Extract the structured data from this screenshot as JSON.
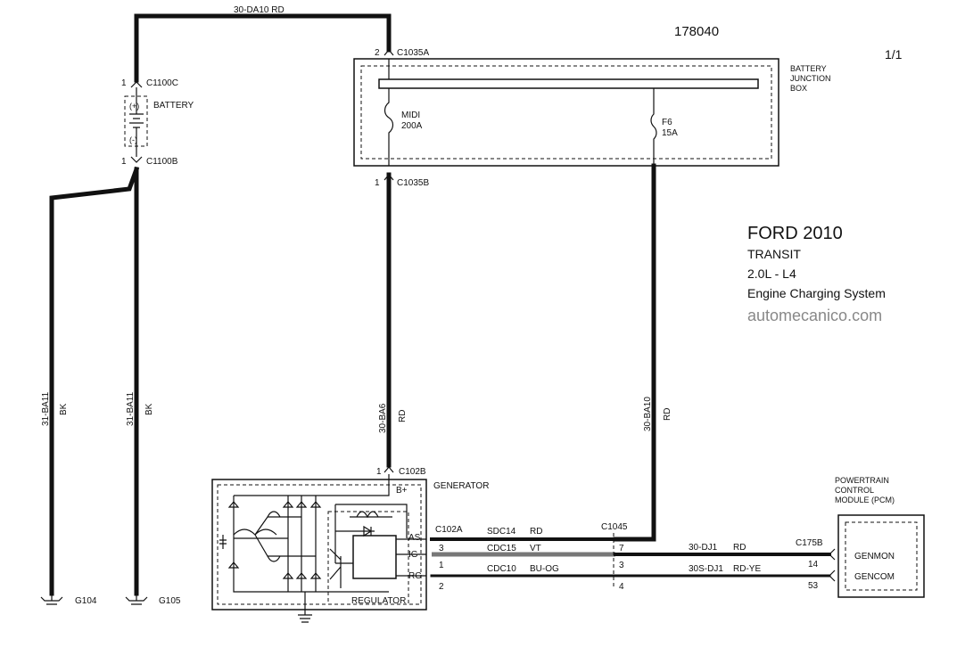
{
  "header": {
    "diagram_id": "178040",
    "page": "1/1"
  },
  "title_block": {
    "make_year": "FORD 2010",
    "model": "TRANSIT",
    "engine": "2.0L - L4",
    "system": "Engine Charging System",
    "watermark": "automecanico.com"
  },
  "components": {
    "battery_junction_box": [
      "BATTERY",
      "JUNCTION",
      "BOX"
    ],
    "battery": "BATTERY",
    "battery_plus": "(+)",
    "battery_minus": "(-)",
    "generator": "GENERATOR",
    "regulator": "REGULATOR",
    "pcm": [
      "POWERTRAIN",
      "CONTROL",
      "MODULE (PCM)"
    ],
    "fuse_midi": [
      "MIDI",
      "200A"
    ],
    "fuse_f6": [
      "F6",
      "15A"
    ]
  },
  "connectors": {
    "c1035a": "C1035A",
    "c1035a_pin": "2",
    "c1035b": "C1035B",
    "c1035b_pin": "1",
    "c1100c": "C1100C",
    "c1100c_pin": "1",
    "c1100b": "C1100B",
    "c1100b_pin": "1",
    "c102b": "C102B",
    "c102b_pin": "1",
    "c102a": "C102A",
    "c1045": "C1045",
    "c175b": "C175B"
  },
  "generator_pins": {
    "bplus": "B+",
    "as": "AS",
    "ig": "IG",
    "rc": "RC",
    "pin_3": "3",
    "pin_1": "1",
    "pin_2": "2"
  },
  "c1045_pins": {
    "p7": "7",
    "p3": "3",
    "p4": "4"
  },
  "pcm_pins": {
    "genmon": "GENMON",
    "gencom": "GENCOM",
    "p14": "14",
    "p53": "53"
  },
  "wires": {
    "top": "30-DA10  RD",
    "ground_left_circuit": "31-BA11",
    "ground_left_color": "BK",
    "ground_right_circuit": "31-BA11",
    "ground_right_color": "BK",
    "ba6_circuit": "30-BA6",
    "ba6_color": "RD",
    "ba10_circuit": "30-BA10",
    "ba10_color": "RD",
    "sdc14": "SDC14",
    "sdc14_color": "RD",
    "cdc15": "CDC15",
    "cdc15_color": "VT",
    "cdc10": "CDC10",
    "cdc10_color": "BU-OG",
    "dj1": "30-DJ1",
    "dj1_color": "RD",
    "sdj1": "30S-DJ1",
    "sdj1_color": "RD-YE"
  },
  "grounds": {
    "g104": "G104",
    "g105": "G105"
  }
}
